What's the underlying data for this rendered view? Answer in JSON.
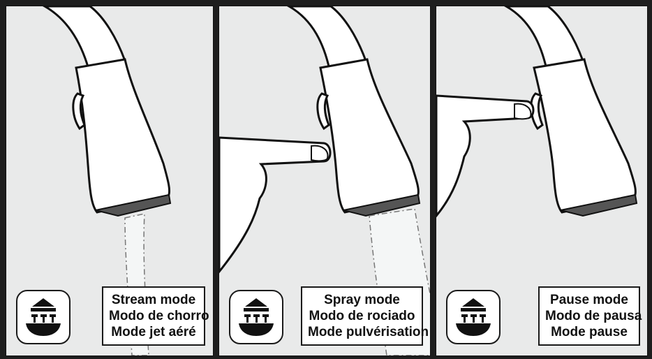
{
  "panels": [
    {
      "mode": "stream",
      "lines": [
        "Stream mode",
        "Modo de chorro",
        "Mode jet aéré"
      ],
      "icon": "aerator-stream-icon"
    },
    {
      "mode": "spray",
      "lines": [
        "Spray mode",
        "Modo de rociado",
        "Mode pulvérisation"
      ],
      "icon": "aerator-stream-icon"
    },
    {
      "mode": "pause",
      "lines": [
        "Pause mode",
        "Modo de pausa",
        "Mode pause"
      ],
      "icon": "aerator-stream-icon"
    }
  ],
  "colors": {
    "background": "#e9eaea",
    "border": "#1a1a1a",
    "frame": "#1e1e1e"
  }
}
